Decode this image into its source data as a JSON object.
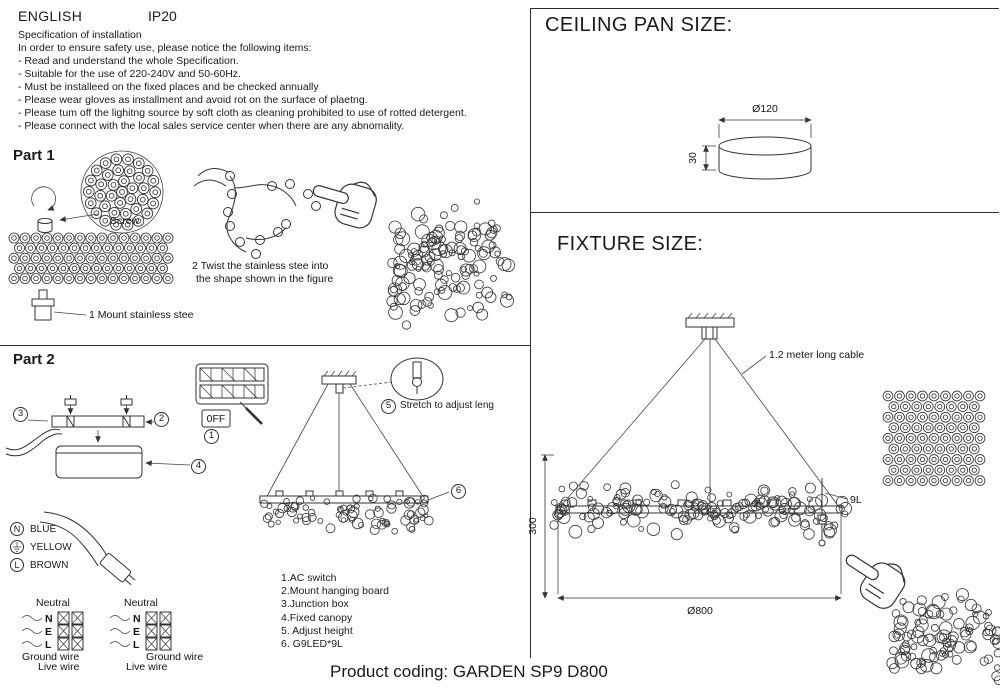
{
  "header": {
    "language": "ENGLISH",
    "ip_rating": "IP20",
    "spec_title": "Specification of installation",
    "spec_lines": [
      "In order to ensure safety use, please notice the following items:",
      "- Read and understand the whole Specification.",
      "- Suitable for the use of 220-240V and 50-60Hz.",
      "- Must be installeed on the fixed places and be checked annually",
      "- Please wear gloves as installment and avoid rot on the surface of plaetng.",
      "- Please tum off the lighitng source by soft cloth as cleaning prohibited to use of rotted detergent.",
      "- Please connect with the local sales service center when there are any abnomality."
    ]
  },
  "part1": {
    "title": "Part 1",
    "screw_label": "Screw",
    "mount_label": "1 Mount stainless stee",
    "twist_line1": "2 Twist the stainless stee  into",
    "twist_line2": "the shape shown in the figure"
  },
  "part2": {
    "title": "Part 2",
    "off_label": "0FF",
    "stretch_label": "Stretch to adjust leng",
    "callouts": {
      "switch": "1",
      "board": "2",
      "junction": "3",
      "canopy": "4",
      "adjust": "5",
      "lamp": "6"
    },
    "wire_legend": [
      {
        "terminal": "N",
        "color": "BLUE"
      },
      {
        "terminal": "earth-ground-icon",
        "color": "YELLOW"
      },
      {
        "terminal": "L",
        "color": "BROWN"
      }
    ],
    "terminal_diagram": {
      "neutral": "Neutral",
      "ground": "Ground wire",
      "live": "Live wire",
      "letters": [
        "N",
        "E",
        "L"
      ]
    },
    "parts_list": [
      "1.AC switch",
      "2.Mount hanging board",
      "3.Junction box",
      "4.Fixed canopy",
      "5. Adjust height",
      "6. G9LED*9L"
    ]
  },
  "ceiling_pan": {
    "title": "CEILING PAN SIZE:",
    "diameter": "Ø120",
    "height": "30"
  },
  "fixture": {
    "title": "FIXTURE SIZE:",
    "cable_label": "1.2 meter long cable",
    "height": "300",
    "diameter": "Ø800",
    "lamp_count": "9L"
  },
  "footer": {
    "product_coding": "Product coding: GARDEN SP9 D800"
  }
}
